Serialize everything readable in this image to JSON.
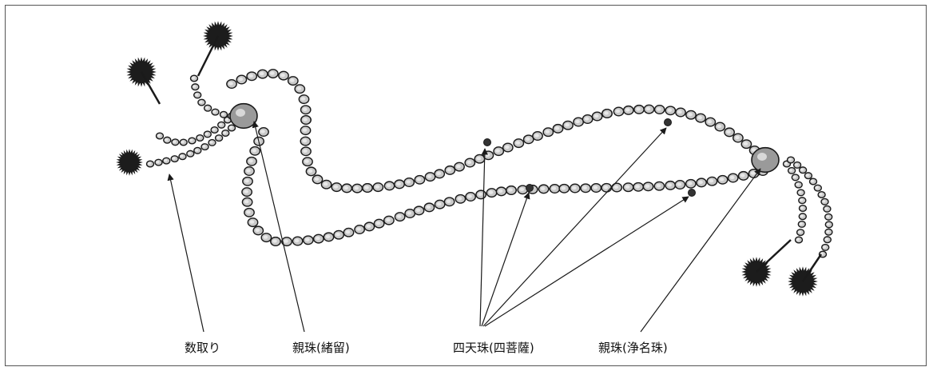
{
  "labels": {
    "counter_beads": "数取り",
    "parent_bead_left": "親珠(緒留)",
    "four_heavenly_beads": "四天珠(四菩薩)",
    "parent_bead_right": "親珠(浄名珠)"
  },
  "colors": {
    "line": "#1a1a1a",
    "bead_fill": "#c9c9c9",
    "tassel": "#1c1c1c"
  }
}
